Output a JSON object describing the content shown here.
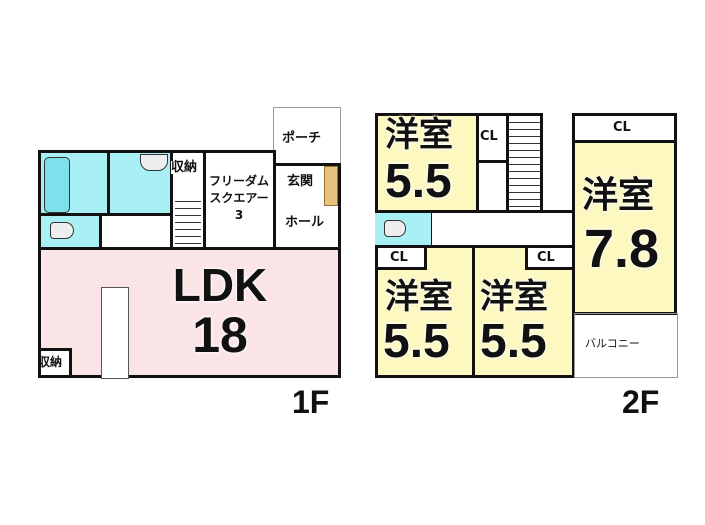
{
  "floor1": {
    "label": "1F",
    "porch": "ポーチ",
    "entrance": "玄関",
    "hall": "ホール",
    "storage_top": "収納",
    "free_space": "フリーダム\nスクエアー\n3",
    "free_space_line1": "フリーダム",
    "free_space_line2": "スクエアー",
    "free_space_line3": "3",
    "ldk_label": "LDK",
    "ldk_size": "18",
    "storage_bottom": "収納"
  },
  "floor2": {
    "label": "2F",
    "room_label": "洋室",
    "room_nw_size": "5.5",
    "room_e_size": "7.8",
    "room_sw_size": "5.5",
    "room_s_size": "5.5",
    "closet": "CL",
    "balcony": "バルコニー"
  },
  "colors": {
    "ldk": "#fbe4e6",
    "wet": "#a8f0f4",
    "room": "#fcf8c0",
    "wall": "#111111"
  }
}
